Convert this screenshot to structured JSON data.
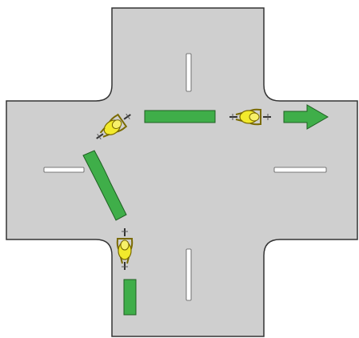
{
  "diagram": {
    "type": "intersection-cyclist-left-turn",
    "road_color": "#cfcfcf",
    "road_edge_color": "#333333",
    "lane_marking_color": "#ffffff",
    "path_color": "#3fae49",
    "path_edge_color": "#1f5f22",
    "cyclist_color": "#f2ea2c",
    "cyclist_outline_color": "#7a6a00",
    "cyclists": [
      {
        "name": "cyclist-approach",
        "heading": "north"
      },
      {
        "name": "cyclist-turning",
        "heading": "north-east"
      },
      {
        "name": "cyclist-exit",
        "heading": "east"
      }
    ],
    "path_direction_icon": "right-arrow-icon"
  }
}
